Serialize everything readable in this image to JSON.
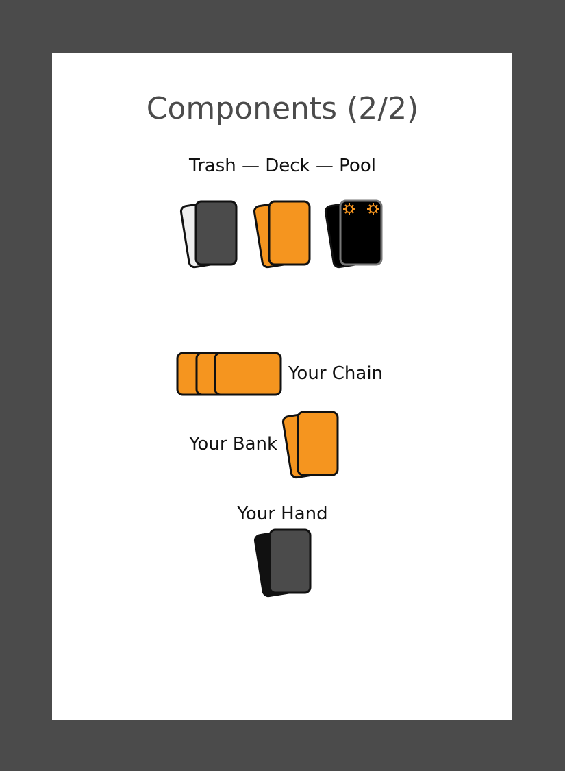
{
  "page": {
    "title": "Components (2/2)"
  },
  "piles": {
    "heading": "Trash — Deck — Pool",
    "trash_icon": "trash-pile-icon",
    "deck_icon": "deck-pile-icon",
    "pool_icon": "pool-pile-icon"
  },
  "chain": {
    "label": "Your Chain",
    "icon": "chain-cards-icon"
  },
  "bank": {
    "label": "Your Bank",
    "icon": "bank-cards-icon"
  },
  "hand": {
    "label": "Your Hand",
    "icon": "hand-cards-icon"
  },
  "colors": {
    "background": "#4b4b4b",
    "sheet": "#ffffff",
    "orange": "#f5951f",
    "dark_gray": "#4b4b4b",
    "black": "#000000",
    "light_gray": "#eeeeee"
  }
}
